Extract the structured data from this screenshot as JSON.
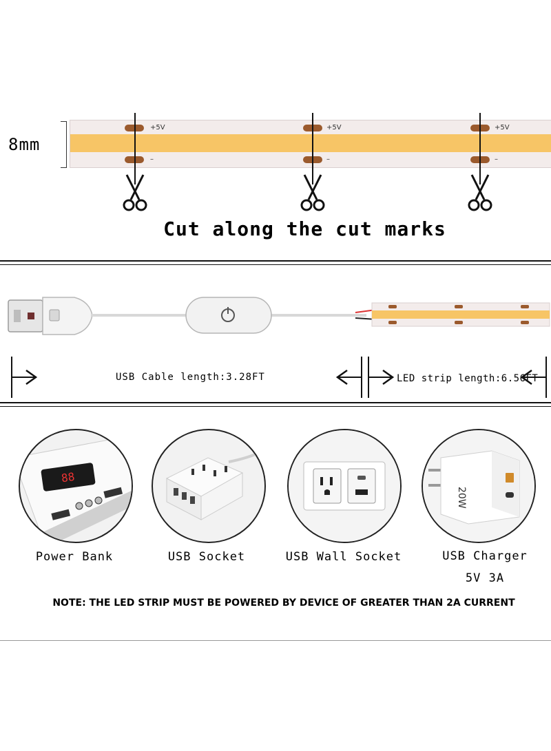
{
  "strip_section": {
    "width_label": "8mm",
    "pad_positive_label": "+5V",
    "pad_negative_label": "–",
    "cut_caption": "Cut along the cut marks"
  },
  "cable_section": {
    "usb_cable_length": "USB Cable length:3.28FT",
    "led_strip_length": "LED strip length:6.56FT"
  },
  "devices": [
    {
      "label": "Power Bank",
      "icon": "power-bank-icon",
      "display_text": "88"
    },
    {
      "label": "USB Socket",
      "icon": "usb-socket-icon"
    },
    {
      "label": "USB Wall Socket",
      "icon": "usb-wall-socket-icon"
    },
    {
      "label": "USB Charger",
      "sublabel": "5V 3A",
      "icon": "usb-charger-icon",
      "charger_print": "20W"
    }
  ],
  "note": "NOTE: THE LED STRIP MUST BE POWERED BY DEVICE OF GREATER THAN 2A CURRENT",
  "colors": {
    "tape": "#f7c566",
    "pad": "#9b5a2d",
    "strip_base": "#f3eceb"
  }
}
